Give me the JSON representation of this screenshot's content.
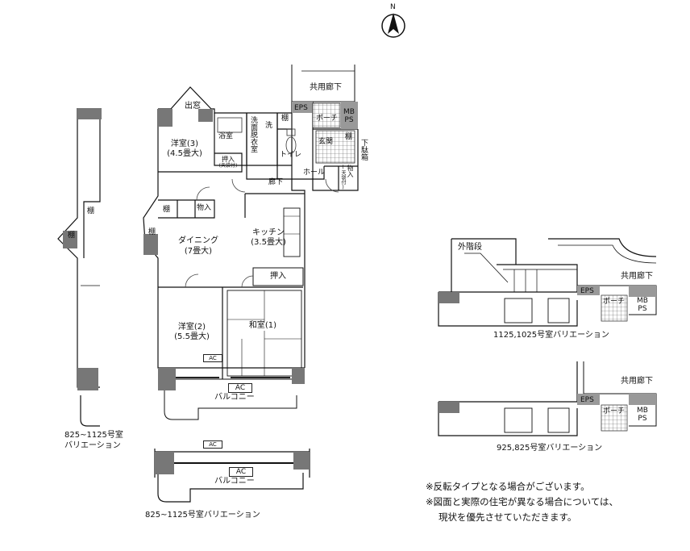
{
  "compass": {
    "label": "N"
  },
  "main_plan": {
    "rooms": {
      "common_corridor": "共用廊下",
      "bay_window": "出窓",
      "eps": "EPS",
      "mbps": "MB\nPS",
      "porch": "ポーチ",
      "shelf_top": "棚",
      "bath": "浴室",
      "washroom": "洗面脱衣室",
      "wash": "洗",
      "toilet": "トイレ",
      "entrance": "玄関",
      "shoe_box": "下駄箱",
      "shelf_entrance": "棚",
      "western3": "洋室(3)",
      "western3_size": "(4.5畳大)",
      "oshiire_small": "押入",
      "oshiire_small_sub": "(天袋付)",
      "hall_corridor": "廊下",
      "hall": "ホール",
      "storage_hall": "物入",
      "storage_hall_sub": "(天袋付)",
      "shelf_left": "棚",
      "storage_left": "物入",
      "kitchen": "キッチン",
      "kitchen_size": "(3.5畳大)",
      "shelf_dining": "棚",
      "dining": "ダイニング",
      "dining_size": "(7畳大)",
      "oshiire": "押入",
      "western2": "洋室(2)",
      "western2_size": "(5.5畳大)",
      "washitsu": "和室(1)",
      "ac_small": "AC",
      "ac": "AC",
      "balcony": "バルコニー"
    }
  },
  "left_variation": {
    "shelf_a": "棚",
    "shelf_b": "棚",
    "caption_1": "825~1125号室",
    "caption_2": "バリエーション"
  },
  "bottom_variation": {
    "ac_small": "AC",
    "ac": "AC",
    "balcony": "バルコニー",
    "caption": "825~1125号室バリエーション"
  },
  "right_variation_1": {
    "outer_stairs": "外階段",
    "common_corridor": "共用廊下",
    "eps": "EPS",
    "porch": "ポーチ",
    "mbps": "MB\nPS",
    "caption": "1125,1025号室バリエーション"
  },
  "right_variation_2": {
    "common_corridor": "共用廊下",
    "eps": "EPS",
    "porch": "ポーチ",
    "mbps": "MB\nPS",
    "caption": "925,825号室バリエーション"
  },
  "notes": {
    "line1": "※反転タイプとなる場合がございます。",
    "line2": "※図面と実際の住宅が異なる場合については、",
    "line3": "現状を優先させていただきます。"
  }
}
